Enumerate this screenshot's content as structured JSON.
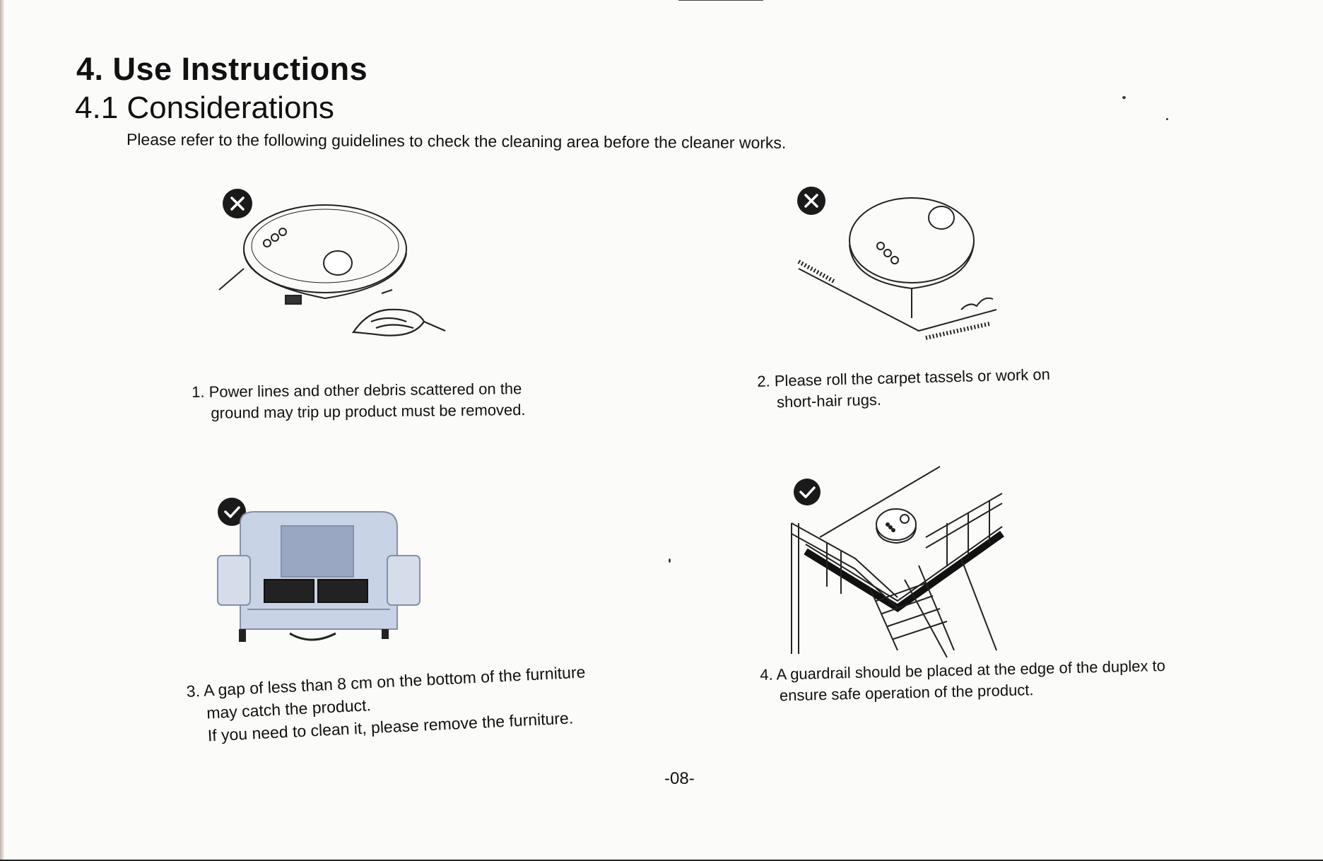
{
  "heading": {
    "section": "4. Use Instructions",
    "subsection": "4.1 Considerations",
    "intro": "Please refer to the following guidelines to check the cleaning area before the cleaner works."
  },
  "items": [
    {
      "number": "1.",
      "line1": "Power lines and other debris scattered on the",
      "line2": "ground may trip up product must be removed.",
      "status": "not-allowed",
      "icon": "cross-icon"
    },
    {
      "number": "2.",
      "line1": "Please roll the carpet tassels or work on",
      "line2": "short-hair rugs.",
      "status": "not-allowed",
      "icon": "cross-icon"
    },
    {
      "number": "3.",
      "line1": "A gap of less than 8 cm on the bottom of the furniture",
      "line2": "may catch the product.",
      "line3": "If you need to clean it, please remove the furniture.",
      "status": "allowed",
      "icon": "check-icon"
    },
    {
      "number": "4.",
      "line1": "A guardrail should be placed at the edge of the duplex to",
      "line2": "ensure safe operation of the product.",
      "status": "allowed",
      "icon": "check-icon"
    }
  ],
  "footer": {
    "page_number": "-08-"
  },
  "colors": {
    "text": "#111111",
    "badge": "#1a1a1a",
    "sofa_fill": "#c9d3e6",
    "carpet_fill": "#9aa7c2"
  }
}
